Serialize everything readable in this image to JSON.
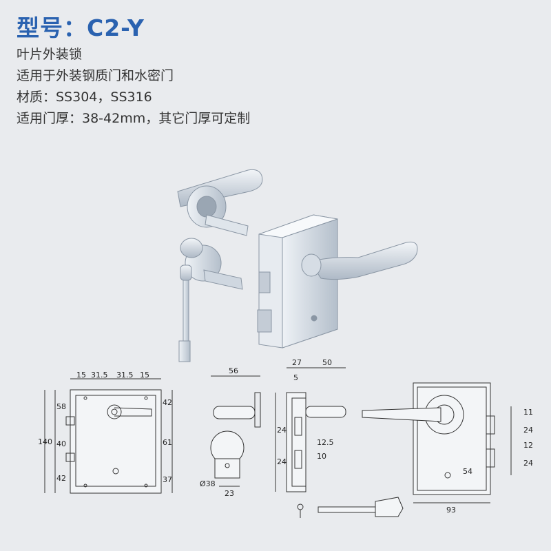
{
  "header": {
    "title": "型号：C2-Y"
  },
  "specs": [
    "叶片外装锁",
    "适用于外装钢质门和水密门",
    "材质：SS304，SS316",
    "适用门厚：38-42mm，其它门厚可定制"
  ],
  "colors": {
    "title": "#2a62b0",
    "background": "#e9ebee",
    "metal": "#c6d0da"
  },
  "drawing": {
    "front_view": {
      "top": [
        "15",
        "31.5",
        "31.5",
        "15"
      ],
      "left": [
        "58",
        "40",
        "42"
      ],
      "overall_height": "140",
      "right": [
        "42",
        "61",
        "37"
      ]
    },
    "handle_view": {
      "length": "56",
      "diameter": "Ø38",
      "bottom": "23"
    },
    "side_view": {
      "top": [
        "27",
        "50"
      ],
      "small": "5",
      "left_a": "24",
      "left_b": "24",
      "mid_a": "12.5",
      "mid_b": "10"
    },
    "back_view": {
      "right": [
        "11",
        "24",
        "12",
        "24"
      ],
      "inner": "54",
      "width": "93"
    }
  }
}
